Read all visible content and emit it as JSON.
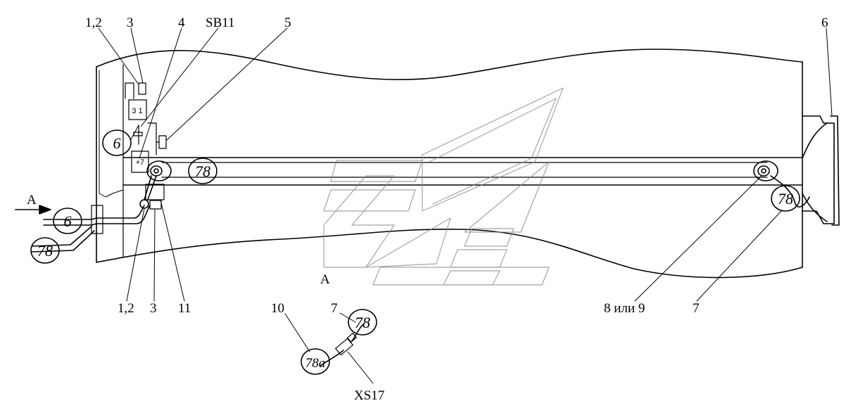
{
  "labels": {
    "l_12_top": "1,2",
    "l_3_top": "3",
    "l_4": "4",
    "l_sb11": "SB11",
    "l_5": "5",
    "l_6_right": "6",
    "l_a_arrow": "A",
    "l_a_view": "A",
    "l_12_bottom": "1,2",
    "l_3_bottom": "3",
    "l_11": "11",
    "l_8or9": "8 или 9",
    "l_7_bottom": "7",
    "l_10": "10",
    "l_7_detail": "7",
    "l_xs17": "XS17"
  },
  "circles": {
    "c6_upper": "6",
    "c6_left": "6",
    "c78_left": "78",
    "c78_beam": "78",
    "c78_right": "78",
    "c78_detail": "78",
    "c78a_detail": "78a"
  },
  "small": {
    "box31": "3 1",
    "box_plus": "+7"
  }
}
